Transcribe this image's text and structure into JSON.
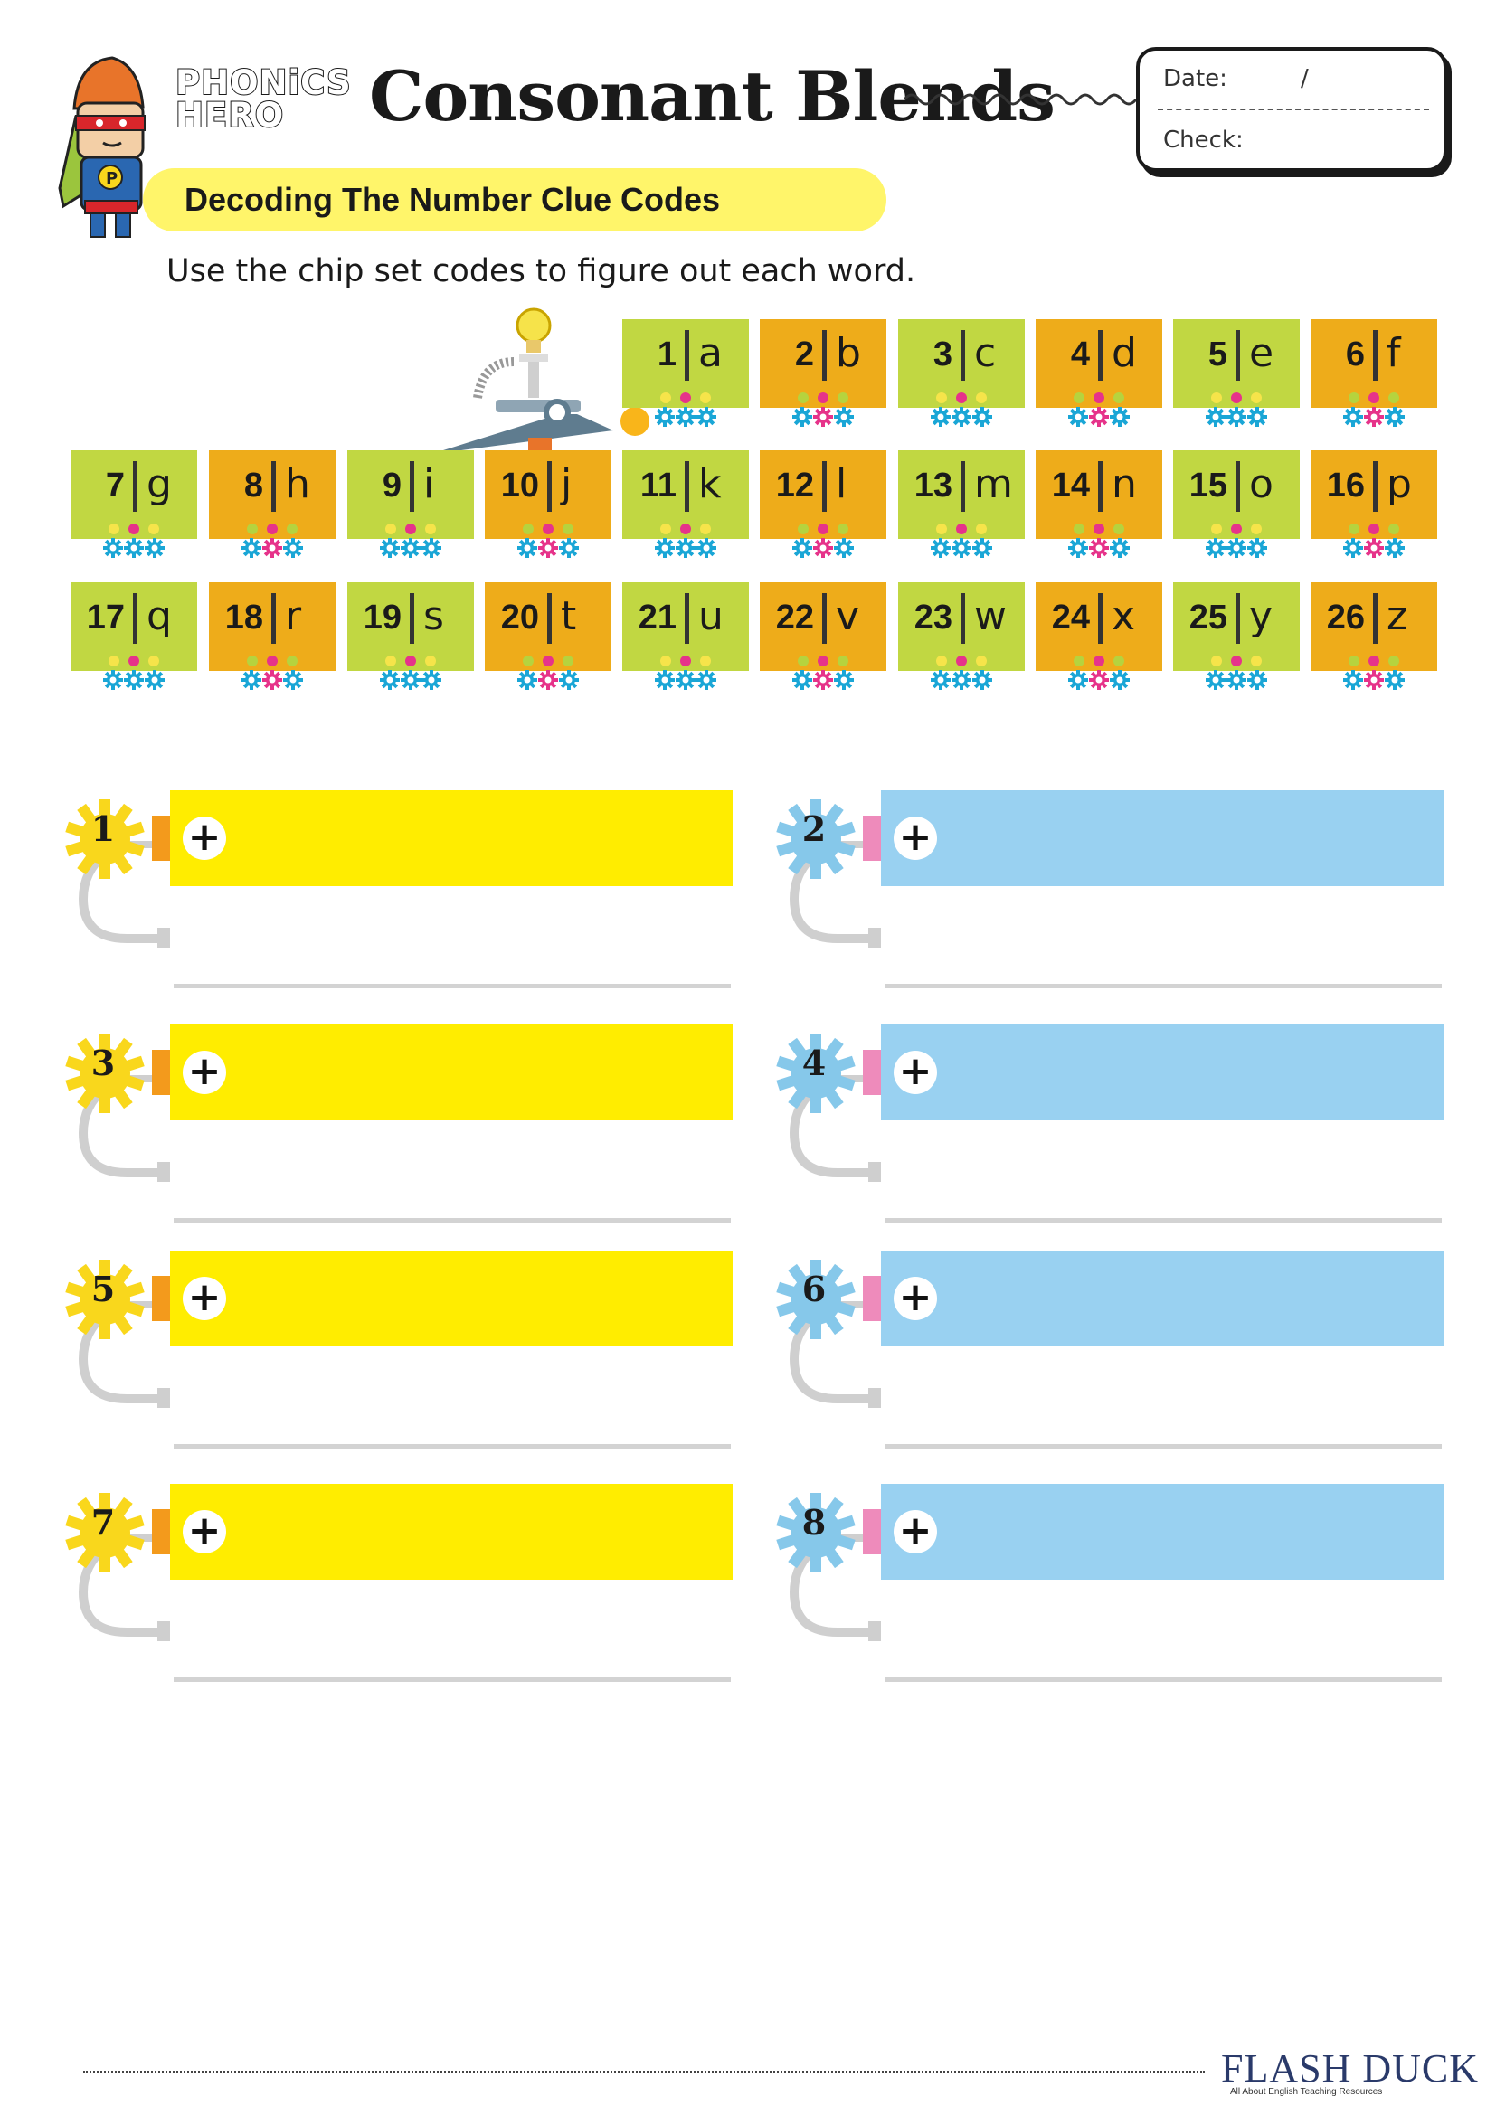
{
  "header": {
    "brand_line1": "PHONiCS",
    "brand_line2": "HERO",
    "title": "Consonant Blends",
    "date_label": "Date:",
    "date_slash": "/",
    "check_label": "Check:",
    "subtitle": "Decoding The Number Clue Codes",
    "instruction": "Use the chip set codes to figure out each word."
  },
  "chips": [
    {
      "num": "1",
      "letter": "a"
    },
    {
      "num": "2",
      "letter": "b"
    },
    {
      "num": "3",
      "letter": "c"
    },
    {
      "num": "4",
      "letter": "d"
    },
    {
      "num": "5",
      "letter": "e"
    },
    {
      "num": "6",
      "letter": "f"
    },
    {
      "num": "7",
      "letter": "g"
    },
    {
      "num": "8",
      "letter": "h"
    },
    {
      "num": "9",
      "letter": "i"
    },
    {
      "num": "10",
      "letter": "j"
    },
    {
      "num": "11",
      "letter": "k"
    },
    {
      "num": "12",
      "letter": "l"
    },
    {
      "num": "13",
      "letter": "m"
    },
    {
      "num": "14",
      "letter": "n"
    },
    {
      "num": "15",
      "letter": "o"
    },
    {
      "num": "16",
      "letter": "p"
    },
    {
      "num": "17",
      "letter": "q"
    },
    {
      "num": "18",
      "letter": "r"
    },
    {
      "num": "19",
      "letter": "s"
    },
    {
      "num": "20",
      "letter": "t"
    },
    {
      "num": "21",
      "letter": "u"
    },
    {
      "num": "22",
      "letter": "v"
    },
    {
      "num": "23",
      "letter": "w"
    },
    {
      "num": "24",
      "letter": "x"
    },
    {
      "num": "25",
      "letter": "y"
    },
    {
      "num": "26",
      "letter": "z"
    }
  ],
  "exercises": [
    {
      "num": "1",
      "plus": "+"
    },
    {
      "num": "2",
      "plus": "+"
    },
    {
      "num": "3",
      "plus": "+"
    },
    {
      "num": "4",
      "plus": "+"
    },
    {
      "num": "5",
      "plus": "+"
    },
    {
      "num": "6",
      "plus": "+"
    },
    {
      "num": "7",
      "plus": "+"
    },
    {
      "num": "8",
      "plus": "+"
    }
  ],
  "footer": {
    "logo_name": "FLASH DUCK",
    "logo_tagline": "All About English Teaching Resources"
  },
  "colors": {
    "chip_green": "#c1d742",
    "chip_orange": "#eeac1a",
    "strip_yellow": "#ffed00",
    "strip_blue": "#99d1f1",
    "banner": "#fff56a",
    "gear_yellow": "#f9d71c",
    "gear_blue": "#86c8ea"
  }
}
